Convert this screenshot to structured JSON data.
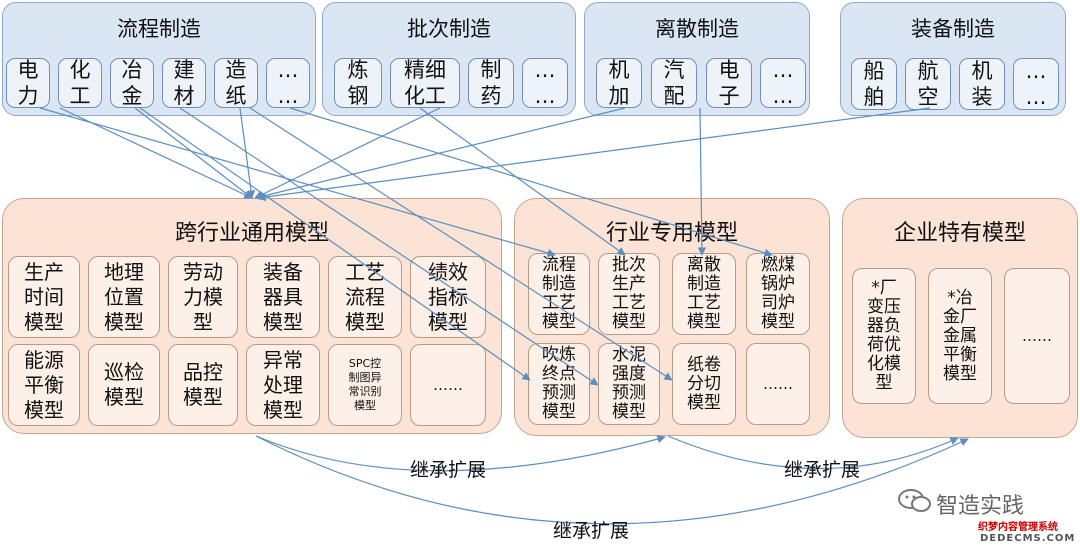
{
  "top_groups": [
    {
      "title": "流程制造",
      "items": [
        "电\n力",
        "化\n工",
        "冶\n金",
        "建\n材",
        "造\n纸",
        "…\n…"
      ]
    },
    {
      "title": "批次制造",
      "items": [
        "炼\n钢",
        "精细\n化工",
        "制\n药",
        "…\n…"
      ]
    },
    {
      "title": "离散制造",
      "items": [
        "机\n加",
        "汽\n配",
        "电\n子",
        "…\n…"
      ]
    },
    {
      "title": "装备制造",
      "items": [
        "船\n舶",
        "航\n空",
        "机\n装",
        "…\n…"
      ]
    }
  ],
  "bottom_groups": {
    "general": {
      "title": "跨行业通用模型",
      "items": [
        "生产\n时间\n模型",
        "地理\n位置\n模型",
        "劳动\n力模\n型",
        "装备\n器具\n模型",
        "工艺\n流程\n模型",
        "绩效\n指标\n模型",
        "能源\n平衡\n模型",
        "巡检\n模型",
        "品控\n模型",
        "异常\n处理\n模型",
        "SPC控\n制图异\n常识别\n模型",
        "……"
      ]
    },
    "industry": {
      "title": "行业专用模型",
      "items": [
        "流程\n制造\n工艺\n模型",
        "批次\n生产\n工艺\n模型",
        "离散\n制造\n工艺\n模型",
        "燃煤\n锅炉\n司炉\n模型",
        "吹炼\n终点\n预测\n模型",
        "水泥\n强度\n预测\n模型",
        "纸卷\n分切\n模型",
        "……"
      ]
    },
    "enterprise": {
      "title": "企业特有模型",
      "items": [
        "*厂\n变压\n器负\n荷优\n化模\n型",
        "*冶\n金厂\n金属\n平衡\n模型",
        "……"
      ]
    }
  },
  "arrow_labels": [
    "继承扩展",
    "继承扩展",
    "继承扩展"
  ],
  "watermark": {
    "name": "智造实践",
    "site": "织梦内容管理系统",
    "domain": "DEDECMS.COM"
  },
  "colors": {
    "blue_fill": "#dbe6f4",
    "peach_fill": "#fbe3d6",
    "arrow": "#5b8fc0"
  }
}
